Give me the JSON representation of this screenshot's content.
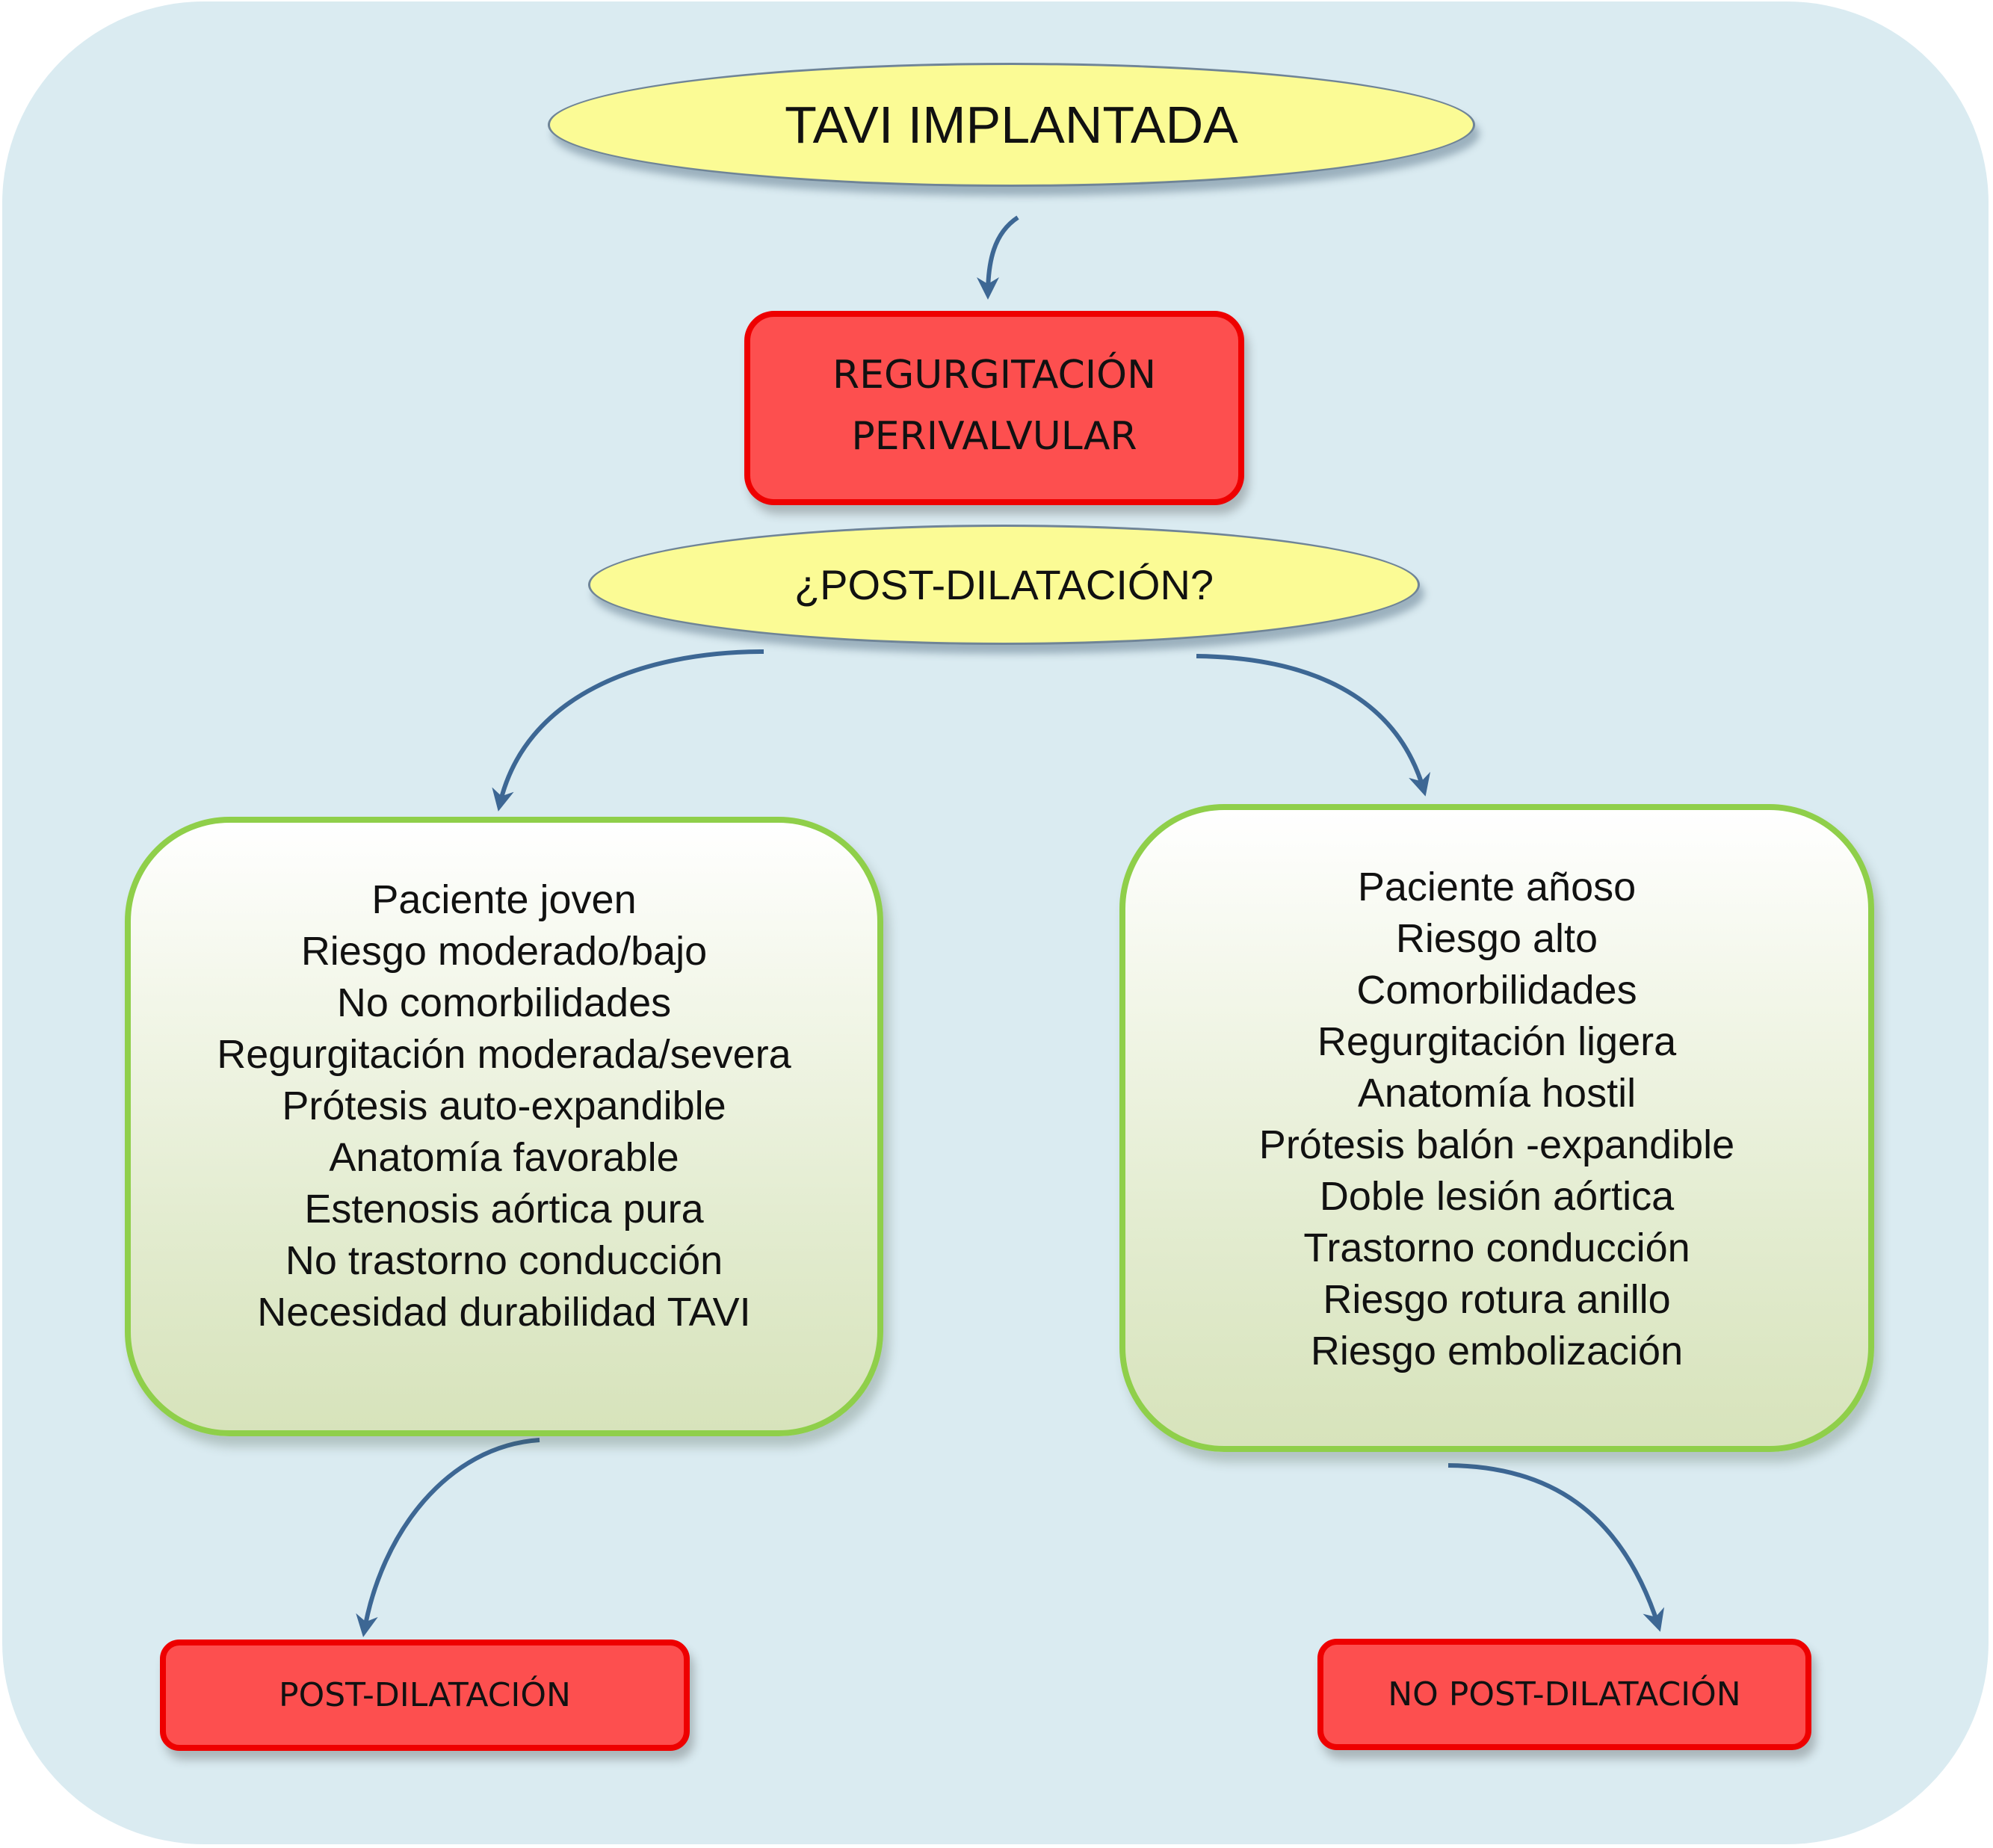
{
  "start": {
    "label": "TAVI IMPLANTADA"
  },
  "problem": {
    "line1": "REGURGITACIÓN",
    "line2": "PERIVALVULAR"
  },
  "question": {
    "label": "¿POST-DILATACIÓN?"
  },
  "left_criteria": {
    "items": [
      "Paciente joven",
      "Riesgo moderado/bajo",
      "No comorbilidades",
      "Regurgitación moderada/severa",
      "Prótesis auto-expandible",
      "Anatomía favorable",
      "Estenosis aórtica pura",
      "No trastorno conducción",
      "Necesidad durabilidad TAVI"
    ]
  },
  "right_criteria": {
    "items": [
      "Paciente añoso",
      "Riesgo alto",
      "Comorbilidades",
      "Regurgitación ligera",
      "Anatomía hostil",
      "Prótesis balón -expandible",
      "Doble lesión aórtica",
      "Trastorno conducción",
      "Riesgo rotura anillo",
      "Riesgo embolización"
    ]
  },
  "outcomes": {
    "left": "POST-DILATACIÓN",
    "right": "NO POST-DILATACIÓN"
  },
  "colors": {
    "background": "#daebf1",
    "ellipse_fill": "#fbfb95",
    "red_fill": "#fd4f4f",
    "red_border": "#ee0000",
    "green_border": "#8fcf4a",
    "arrow": "#3d6794"
  }
}
